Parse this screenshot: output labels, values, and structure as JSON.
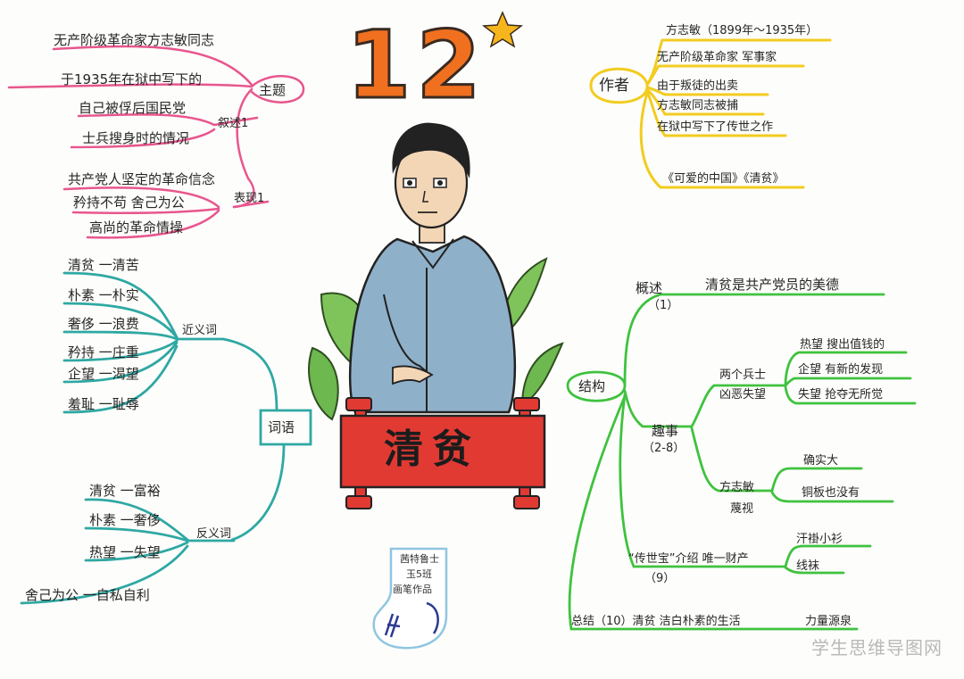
{
  "lesson": {
    "number": "12",
    "title": "清贫"
  },
  "colors": {
    "pink": "#e8568e",
    "yellow": "#f2cc1f",
    "teal": "#2fa8a3",
    "green": "#3fc23f",
    "orange": "#f0701f",
    "red": "#e13a33"
  },
  "pink_branch": {
    "main": "主题",
    "sub1": "叙述1",
    "sub2": "表现1",
    "leaves": [
      "无产阶级革命家方志敏同志",
      "于1935年在狱中写下的",
      "自己被俘后国民党",
      "士兵搜身时的情况",
      "共产党人坚定的革命信念",
      "矜持不苟 舍己为公",
      "高尚的革命情操"
    ]
  },
  "yellow_branch": {
    "main": "作者",
    "leaves": [
      "方志敏（1899年～1935年）",
      "无产阶级革命家 军事家",
      "由于叛徒的出卖",
      "方志敏同志被捕",
      "在狱中写下了传世之作",
      "《可爱的中国》《清贫》"
    ]
  },
  "teal_branch": {
    "main": "词语",
    "near_label": "近义词",
    "far_label": "反义词",
    "near": [
      "清贫 一清苦",
      "朴素 一朴实",
      "奢侈 一浪费",
      "矜持 一庄重",
      "企望 一渴望",
      "羞耻 一耻辱"
    ],
    "far": [
      "清贫 一富裕",
      "朴素 一奢侈",
      "热望 一失望",
      "舍己为公 一自私自利"
    ]
  },
  "green_branch": {
    "main": "结构",
    "overview": "概述",
    "overview_num": "（1）",
    "overview_text": "清贫是共产党员的美德",
    "story": "趣事",
    "story_num": "（2-8）",
    "soldiers_a": "两个兵士",
    "soldiers_b": "凶恶失望",
    "soldiers_leaves": [
      "热望 搜出值钱的",
      "企望 有新的发现",
      "失望 抢夺无所觉"
    ],
    "fang_a": "方志敏",
    "fang_b": "蔑视",
    "fang_leaves": [
      "确实大",
      "铜板也没有"
    ],
    "heirloom": "“传世宝”介绍 唯一财产",
    "heirloom_num": "（9）",
    "heirloom_leaves": [
      "汗褂小衫",
      "线袜"
    ],
    "summary": "总结（10）清贫 洁白朴素的生活",
    "summary_tail": "力量源泉"
  },
  "sock_caption": [
    "茜特鲁士",
    "玉5班",
    "画笔作品"
  ],
  "watermark": "学生思维导图网"
}
